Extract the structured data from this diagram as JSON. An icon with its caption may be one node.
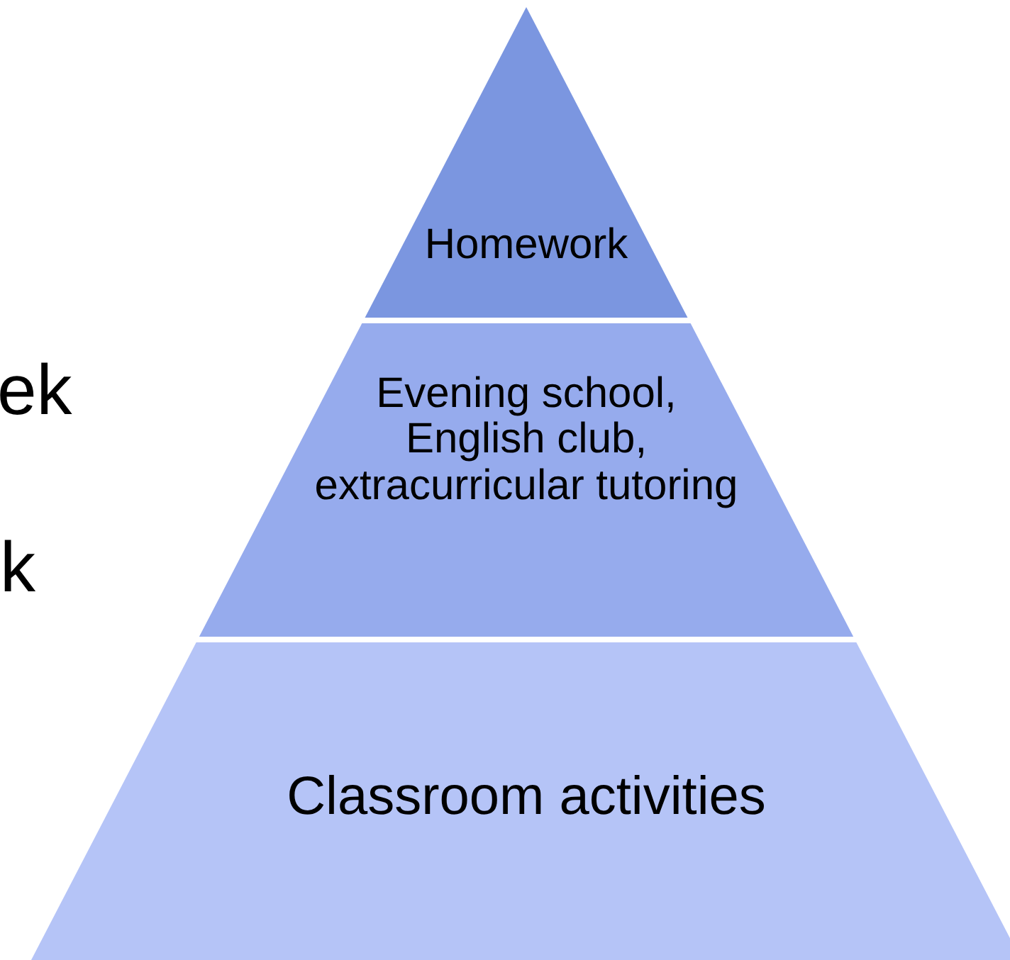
{
  "diagram": {
    "nodes": [
      {
        "text": [
          "Homework"
        ]
      },
      {
        "text": [
          "Evening school, English club, extracurricular tutoring"
        ]
      },
      {
        "text": [
          "Classroom activities"
        ]
      }
    ],
    "labels": [
      "ek",
      "k"
    ]
  }
}
